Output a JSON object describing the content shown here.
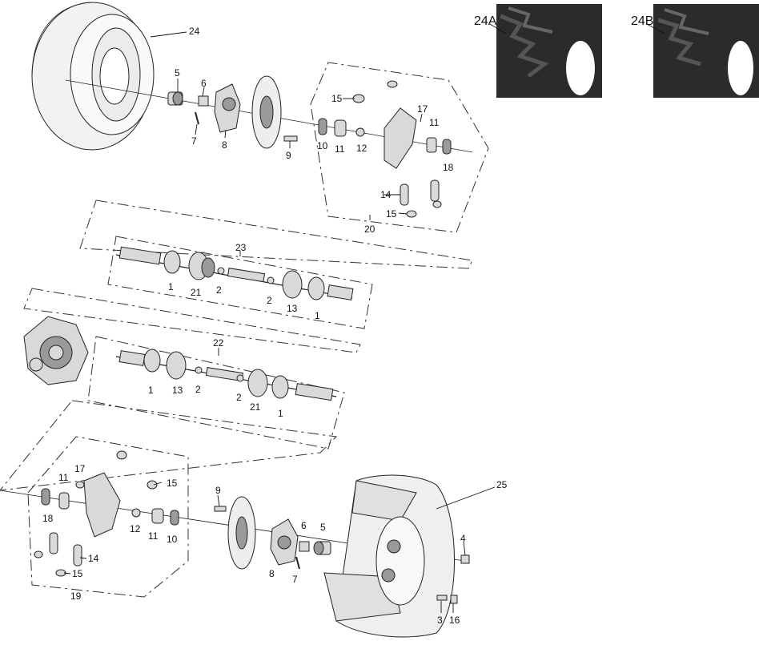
{
  "callouts": {
    "c24": "24",
    "c5a": "5",
    "c6a": "6",
    "c7a": "7",
    "c8a": "8",
    "c9a": "9",
    "c10a": "10",
    "c11a": "11",
    "c12a": "12",
    "c15a": "15",
    "c17a": "17",
    "c11b": "11",
    "c18a": "18",
    "c14a": "14",
    "c15b": "15",
    "c20": "20",
    "c23": "23",
    "c1a": "1",
    "c21a": "21",
    "c2a": "2",
    "c2b": "2",
    "c13a": "13",
    "c1b": "1",
    "c22": "22",
    "c1c": "1",
    "c13b": "13",
    "c2c": "2",
    "c2d": "2",
    "c21b": "21",
    "c1d": "1",
    "c17b": "17",
    "c11c": "11",
    "c15c": "15",
    "c18b": "18",
    "c12b": "12",
    "c11d": "11",
    "c10b": "10",
    "c14b": "14",
    "c15d": "15",
    "c19": "19",
    "c9b": "9",
    "c8b": "8",
    "c7b": "7",
    "c6b": "6",
    "c5b": "5",
    "c25": "25",
    "c4": "4",
    "c3": "3",
    "c16": "16",
    "c24A": "24A",
    "c24B": "24B"
  },
  "colors": {
    "line": "#222222",
    "part": "#d9d9d9",
    "tire": "#2b2b2b"
  }
}
